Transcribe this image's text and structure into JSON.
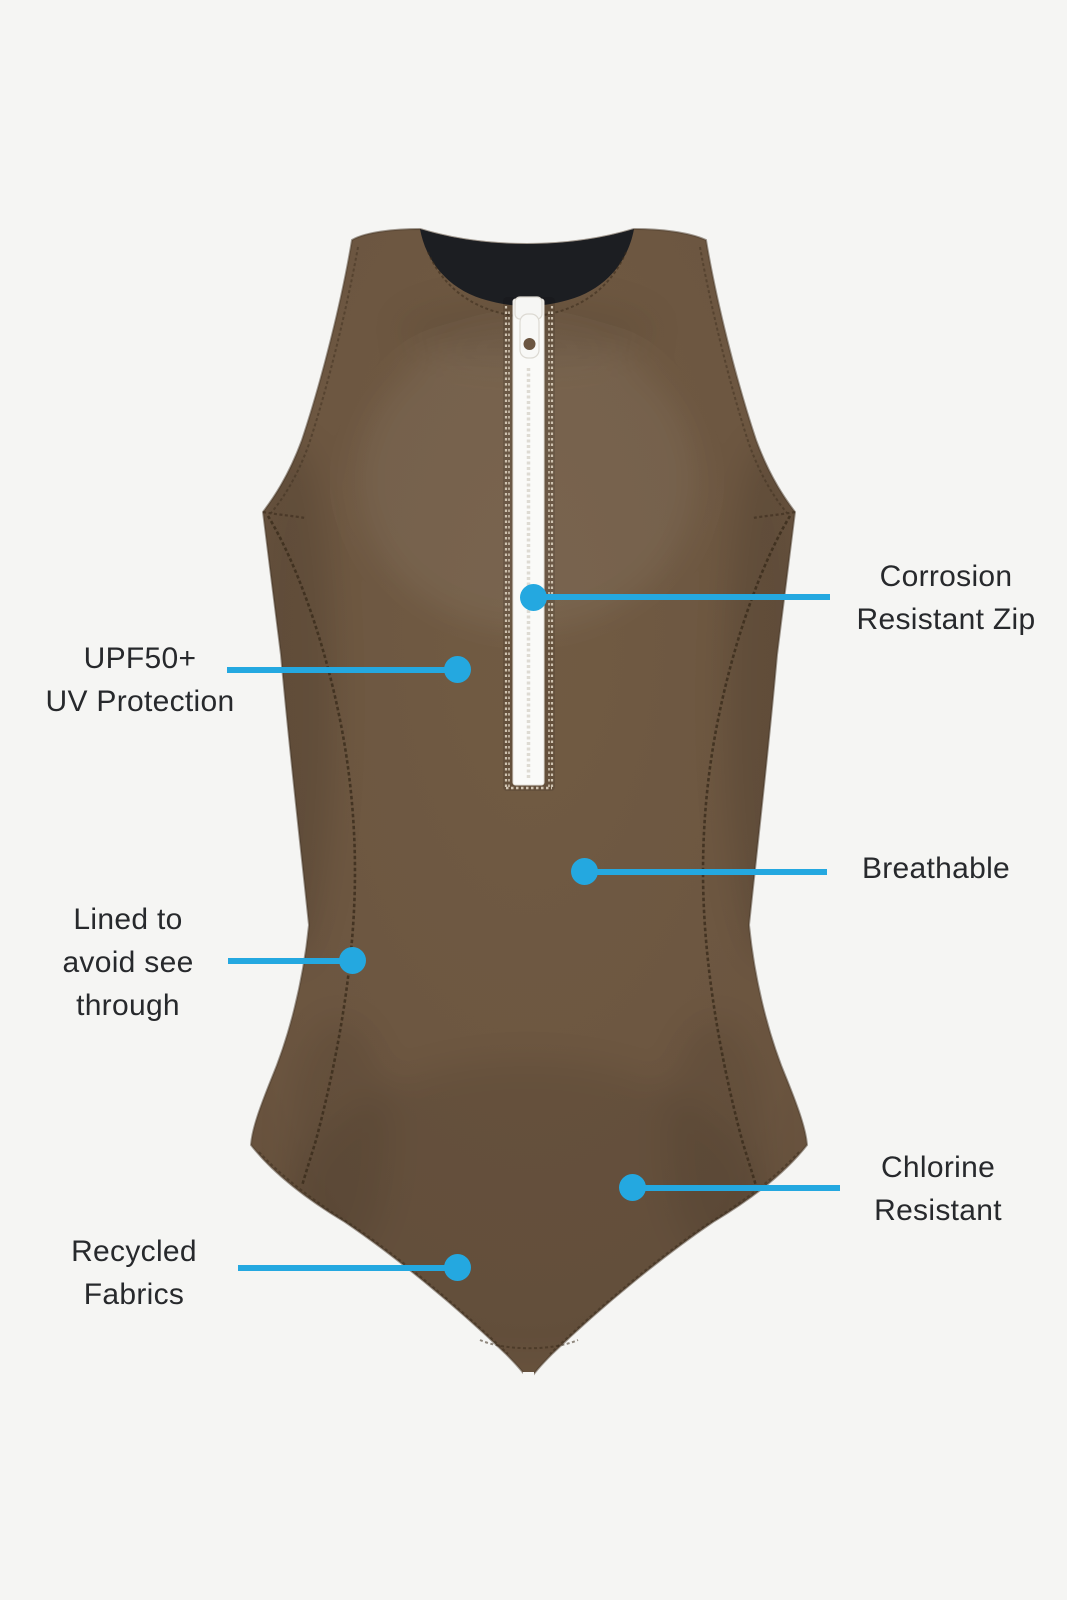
{
  "background": "#f5f5f3",
  "accent": "#24a8e0",
  "text_color": "#27292c",
  "product": {
    "name": "high-neck zip-front one-piece swimsuit",
    "fabric_color": "#6b5540",
    "fabric_color_light": "#715b43",
    "fabric_color_dark": "#5e4a36",
    "neck_lining_color": "#1c1e22",
    "zipper_tape_color": "#fafaf8",
    "stitch_color": "#cfc3b1",
    "seam_color": "#3a2c1c"
  },
  "callouts": [
    {
      "id": "corrosion-resistant-zip",
      "side": "right",
      "lines": [
        "Corrosion",
        "Resistant Zip"
      ]
    },
    {
      "id": "upf50-uv-protection",
      "side": "left",
      "lines": [
        "UPF50+",
        "UV Protection"
      ]
    },
    {
      "id": "breathable",
      "side": "right",
      "lines": [
        "Breathable"
      ]
    },
    {
      "id": "lined-to-avoid-see-through",
      "side": "left",
      "lines": [
        "Lined to",
        "avoid see",
        "through"
      ]
    },
    {
      "id": "chlorine-resistant",
      "side": "right",
      "lines": [
        "Chlorine",
        "Resistant"
      ]
    },
    {
      "id": "recycled-fabrics",
      "side": "left",
      "lines": [
        "Recycled",
        "Fabrics"
      ]
    }
  ]
}
